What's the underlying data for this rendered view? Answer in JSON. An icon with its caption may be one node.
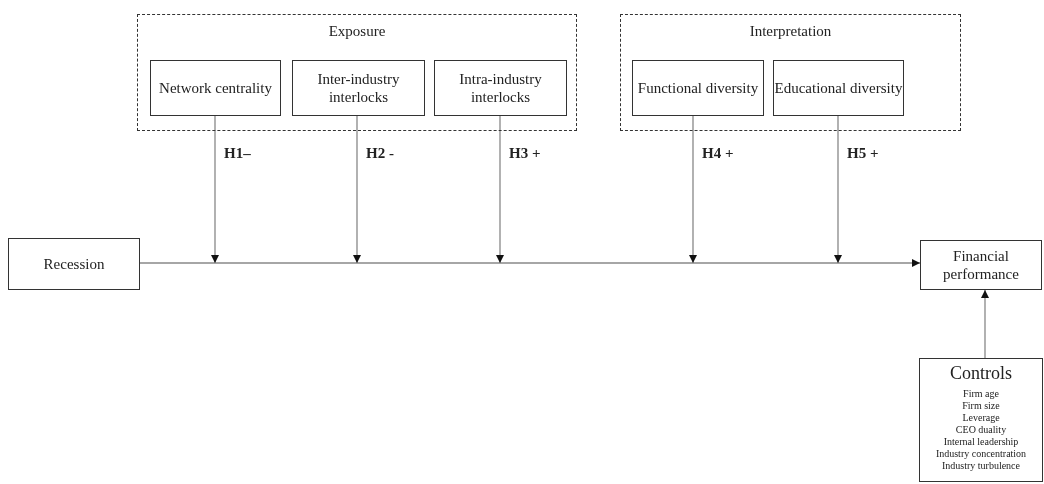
{
  "diagram": {
    "nodes": [
      {
        "text": [
          "Exposure"
        ]
      },
      {
        "text": [
          "Network centrality"
        ],
        "in": 0
      },
      {
        "text": [
          "Inter-industry interlocks"
        ],
        "in": 0
      },
      {
        "text": [
          "Intra-industry interlocks"
        ],
        "in": 0
      },
      {
        "text": [
          "Interpretation"
        ]
      },
      {
        "text": [
          "Functional diversity"
        ],
        "in": 4
      },
      {
        "text": [
          "Educational diversity"
        ],
        "in": 4
      },
      {
        "text": [
          "Recession"
        ]
      },
      {
        "text": [
          "Financial performance"
        ]
      },
      {
        "text": [
          "Controls",
          "Firm age",
          "Firm size",
          "Leverage",
          "CEO duality",
          "Internal leadership",
          "Industry concentration",
          "Industry turbulence"
        ]
      }
    ],
    "edges": [
      {
        "from": 7,
        "to": 8,
        "arrow": "to"
      },
      {
        "from": 1,
        "to": null,
        "arrow": "to",
        "label": "H1–"
      },
      {
        "from": 2,
        "to": null,
        "arrow": "to",
        "label": "H2 -"
      },
      {
        "from": 3,
        "to": null,
        "arrow": "to",
        "label": "H3 +"
      },
      {
        "from": 5,
        "to": null,
        "arrow": "to",
        "label": "H4 +"
      },
      {
        "from": 6,
        "to": null,
        "arrow": "to",
        "label": "H5 +"
      },
      {
        "from": 9,
        "to": 8,
        "arrow": "to"
      }
    ]
  }
}
